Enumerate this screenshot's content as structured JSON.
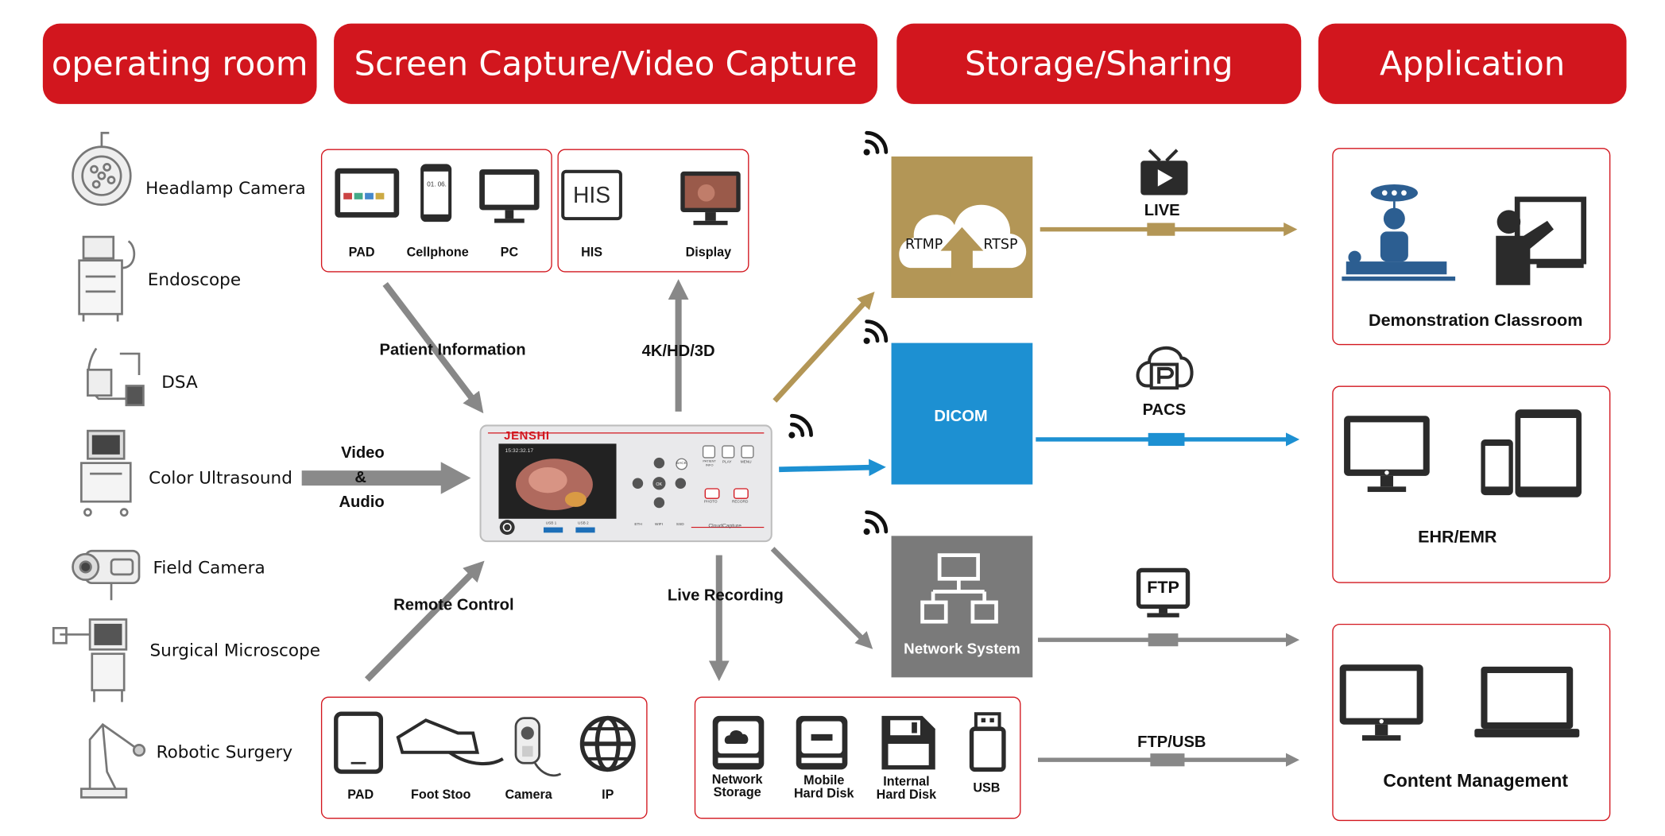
{
  "headers": {
    "operating_room": "operating room",
    "capture": "Screen Capture/Video Capture",
    "storage": "Storage/Sharing",
    "application": "Application"
  },
  "sources": [
    {
      "label": "Headlamp Camera",
      "icon": "headlamp-camera-icon"
    },
    {
      "label": "Endoscope",
      "icon": "endoscope-icon"
    },
    {
      "label": "DSA",
      "icon": "dsa-icon"
    },
    {
      "label": "Color Ultrasound",
      "icon": "ultrasound-icon"
    },
    {
      "label": "Field Camera",
      "icon": "field-camera-icon"
    },
    {
      "label": "Surgical Microscope",
      "icon": "microscope-icon"
    },
    {
      "label": "Robotic Surgery",
      "icon": "robotic-arm-icon"
    }
  ],
  "input_arrow": {
    "line1": "Video",
    "line2": "&",
    "line3": "Audio"
  },
  "top_outputs": {
    "pad": "PAD",
    "cellphone": "Cellphone",
    "pc": "PC",
    "his": "HIS",
    "his_icon_text": "HIS",
    "display": "Display"
  },
  "flows": {
    "patient_info": "Patient Information",
    "resolution": "4K/HD/3D",
    "remote_control": "Remote Control",
    "live_recording": "Live Recording"
  },
  "device": {
    "brand": "JENSHI",
    "screen_time": "15:32:32.17",
    "btn_back": "BACK",
    "btn_ok": "OK",
    "btn_patient": "PATIENT INFO",
    "btn_play": "PLAY",
    "btn_menu": "MENU",
    "btn_photo": "PHOTO",
    "btn_record": "RECORD",
    "usb1": "USB 1",
    "usb2": "USB 2",
    "eth": "ETH",
    "wifi": "WIFI",
    "ssd": "SSD",
    "product": "CloudCapture"
  },
  "remote_inputs": {
    "pad": "PAD",
    "foot": "Foot Stoo",
    "camera": "Camera",
    "ip": "IP"
  },
  "storage_devices": {
    "network_storage": [
      "Network",
      "Storage"
    ],
    "mobile_disk": [
      "Mobile",
      "Hard Disk"
    ],
    "internal_disk": [
      "Internal",
      "Hard Disk"
    ],
    "usb": "USB"
  },
  "sharing": {
    "rtmp": "RTMP",
    "rtsp": "RTSP",
    "dicom": "DICOM",
    "network_system": "Network System",
    "live": "LIVE",
    "pacs": "PACS",
    "ftp_icon_text": "FTP",
    "ftp_usb": "FTP/USB"
  },
  "applications": {
    "demo": "Demonstration Classroom",
    "ehr": "EHR/EMR",
    "content": "Content Management"
  },
  "colors": {
    "brand_red": "#d2161e",
    "rtmp_gold": "#b39656",
    "dicom_blue": "#1d90d2",
    "network_gray": "#7a7a7a",
    "arrow_gray": "#888888",
    "icon_dark": "#2b2b2b",
    "icon_blue": "#2c5e91"
  }
}
